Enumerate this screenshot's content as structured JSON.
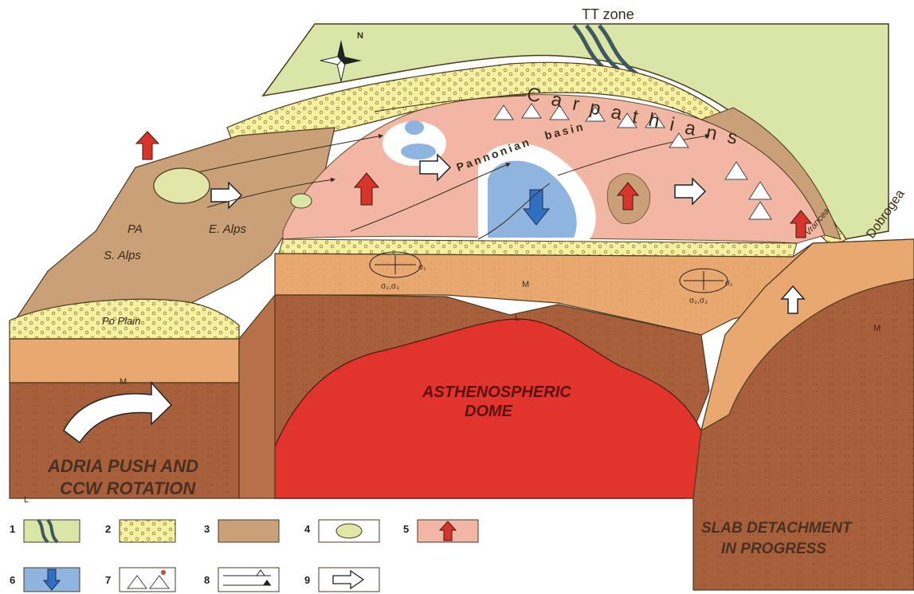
{
  "labels": {
    "tt_zone": "TT zone",
    "carpathians": "Carpathians",
    "pannonian": "Pannonian",
    "basin": "basin",
    "dobrogea": "Dobrogea",
    "vrancea": "Vrancea",
    "pa": "PA",
    "e_alps": "E. Alps",
    "s_alps": "S. Alps",
    "po_plain": "Po Plain",
    "moho_left": "M",
    "moho_center": "M",
    "moho_right": "M",
    "litho_center": "L",
    "litho_left": "L",
    "sigma1_left": "σ₁",
    "sigma23_left": "σ₂,σ₃",
    "sigma1_right": "σ₁",
    "sigma23_right": "σ₂,σ₃",
    "asthenospheric_line1": "ASTHENOSPHERIC",
    "asthenospheric_line2": "DOME",
    "adria_line1": "ADRIA PUSH AND",
    "adria_line2": "CCW ROTATION",
    "slab_line1": "SLAB DETACHMENT",
    "slab_line2": "IN PROGRESS",
    "north": "N"
  },
  "legend": [
    {
      "number": "1",
      "swatch": "platform-with-tt-zone"
    },
    {
      "number": "2",
      "swatch": "molasse-dots"
    },
    {
      "number": "3",
      "swatch": "brown-unit"
    },
    {
      "number": "4",
      "swatch": "pop-up-structure"
    },
    {
      "number": "5",
      "swatch": "red-up-arrow"
    },
    {
      "number": "6",
      "swatch": "blue-down-arrow"
    },
    {
      "number": "7",
      "swatch": "volcanoes"
    },
    {
      "number": "8",
      "swatch": "thrust-faults"
    },
    {
      "number": "9",
      "swatch": "white-arrow"
    }
  ],
  "colors": {
    "platform": "#d9e6a8",
    "molasse": "#f6f0a0",
    "brown_unit": "#c9a078",
    "pannonian": "#f2b7a4",
    "crust": "#e8a870",
    "lithosphere": "#a8603c",
    "asthenosphere": "#e0342c",
    "subsidence": "#8fb4e0",
    "uplift_arrow": "#d8342c",
    "subsidence_arrow": "#3070c0"
  }
}
